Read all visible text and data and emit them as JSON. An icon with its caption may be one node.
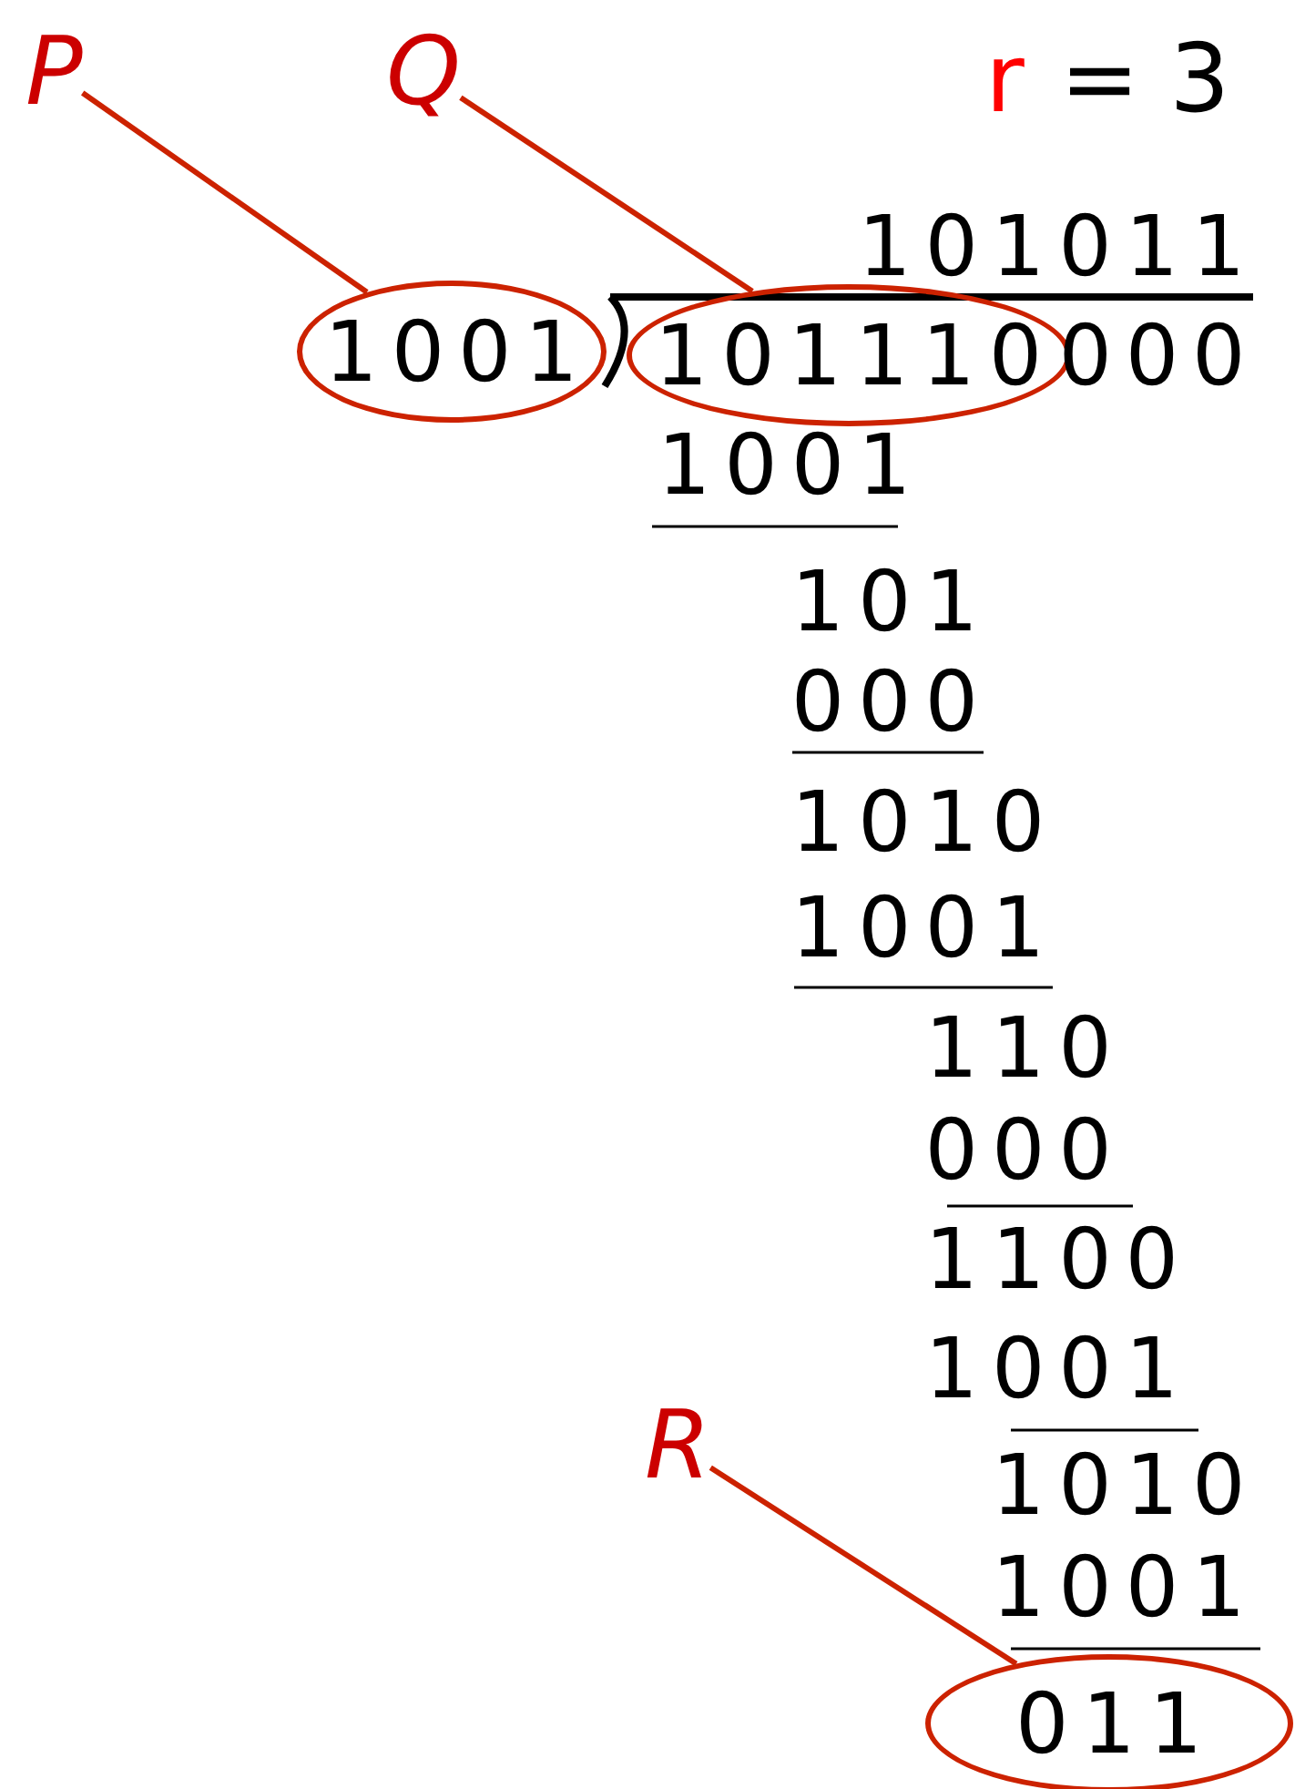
{
  "diagram": {
    "nodes": [
      {
        "text": [
          "P"
        ]
      },
      {
        "text": [
          "Q"
        ]
      },
      {
        "text": [
          "1001"
        ]
      },
      {
        "text": [
          "101110"
        ]
      },
      {
        "text": [
          "R"
        ]
      },
      {
        "text": [
          "011"
        ]
      }
    ],
    "edges": [
      {
        "from": 0,
        "to": 2,
        "arrow": "none"
      },
      {
        "from": 1,
        "to": 3,
        "arrow": "none"
      },
      {
        "from": 4,
        "to": 5,
        "arrow": "none"
      }
    ],
    "labels": [
      "r",
      "= 3",
      "101011",
      "000",
      "1001",
      "101",
      "000",
      "1010",
      "1001",
      "110",
      "000",
      "1100",
      "1001",
      "1010",
      "1001"
    ]
  }
}
